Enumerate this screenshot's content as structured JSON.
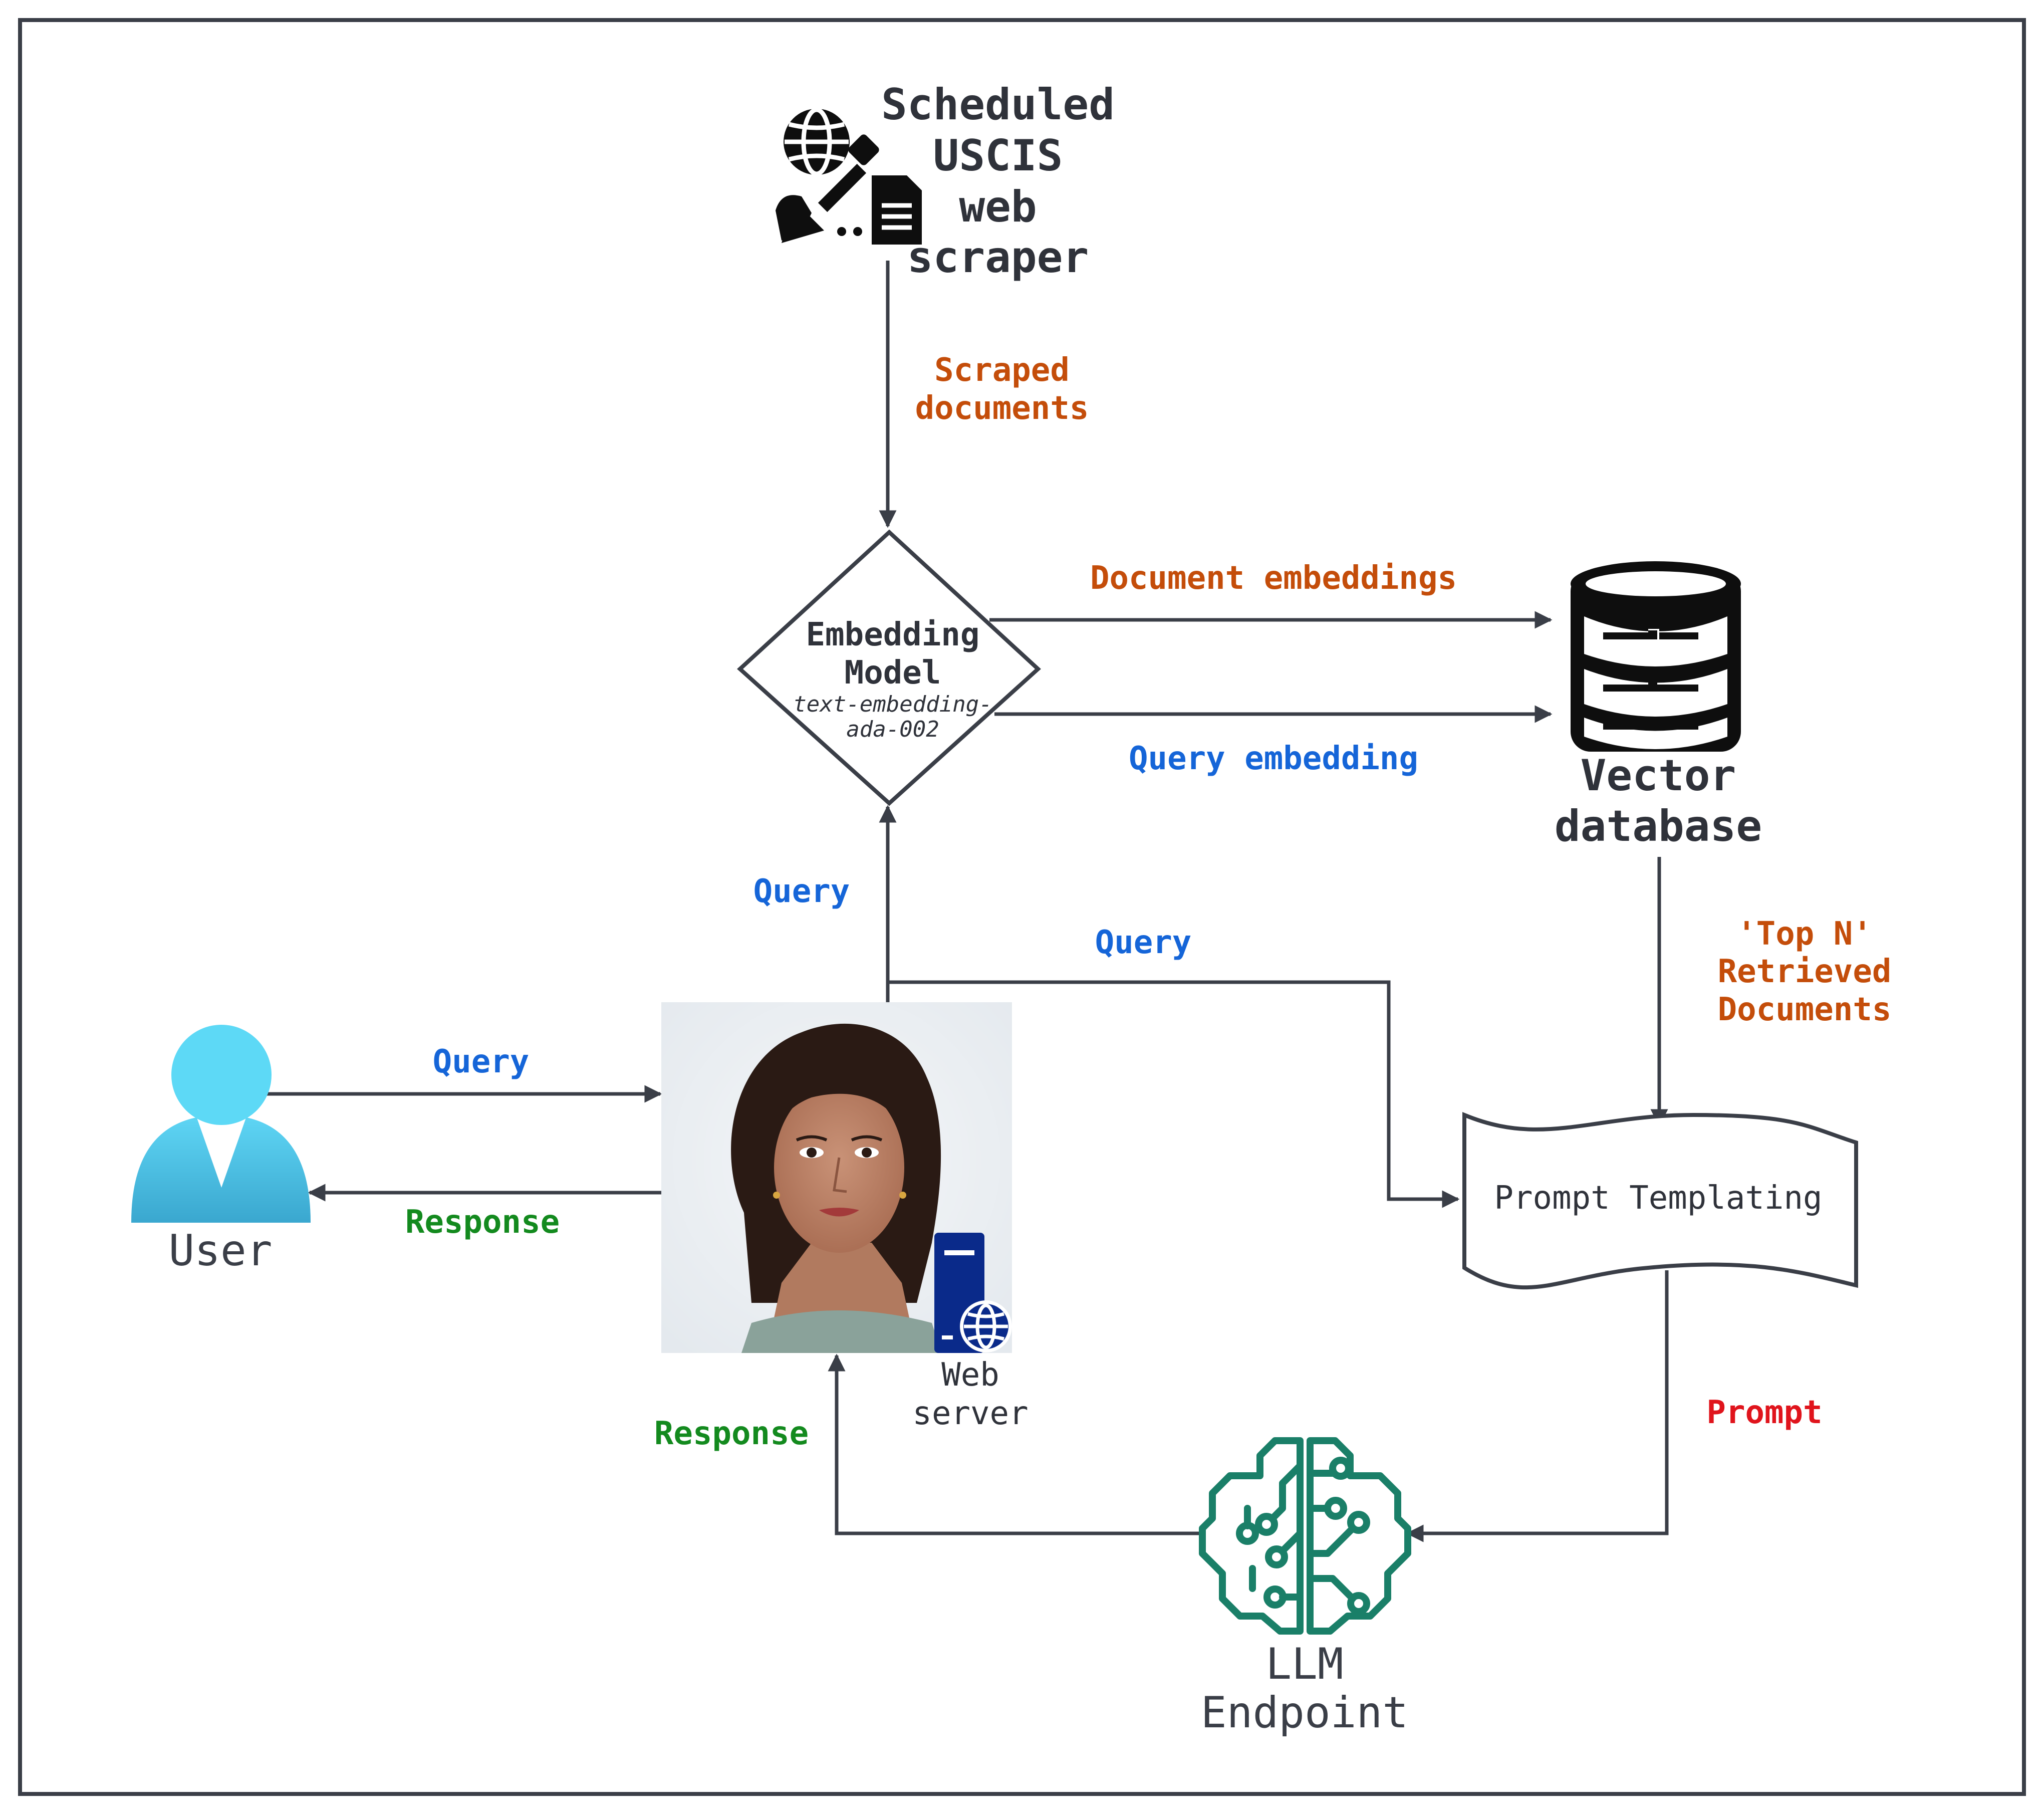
{
  "colors": {
    "line": "#3a3e47",
    "orange": "#c44d0a",
    "blue": "#1565d8",
    "green": "#138a1e",
    "red": "#e0141c",
    "teal": "#1a7f68",
    "user_blue": "#4fc3e8",
    "server_navy": "#0a2a8a"
  },
  "nodes": {
    "scraper": {
      "line1": "Scheduled",
      "line2": "USCIS",
      "line3": "web",
      "line4": "scraper",
      "icon": "web-scraper-icon"
    },
    "embedding": {
      "line1": "Embedding",
      "line2": "Model",
      "sub1": "text-embedding-",
      "sub2": "ada-002"
    },
    "vector_db": {
      "line1": "Vector",
      "line2": "database",
      "icon": "database-icon"
    },
    "prompt_templating": {
      "label": "Prompt Templating"
    },
    "user": {
      "label": "User",
      "icon": "user-icon"
    },
    "web_server": {
      "line1": "Web",
      "line2": "server",
      "icon": "web-server-icon"
    },
    "llm": {
      "line1": "LLM",
      "line2": "Endpoint",
      "icon": "brain-circuit-icon"
    }
  },
  "edges": {
    "scraped_docs": {
      "line1": "Scraped",
      "line2": "documents"
    },
    "doc_embeddings": "Document embeddings",
    "query_embedding": "Query embedding",
    "query_up": "Query",
    "query_to_prompt": "Query",
    "user_query": "Query",
    "user_response": "Response",
    "top_n": {
      "line1": "'Top N'",
      "line2": "Retrieved",
      "line3": "Documents"
    },
    "prompt": "Prompt",
    "llm_response": "Response"
  }
}
